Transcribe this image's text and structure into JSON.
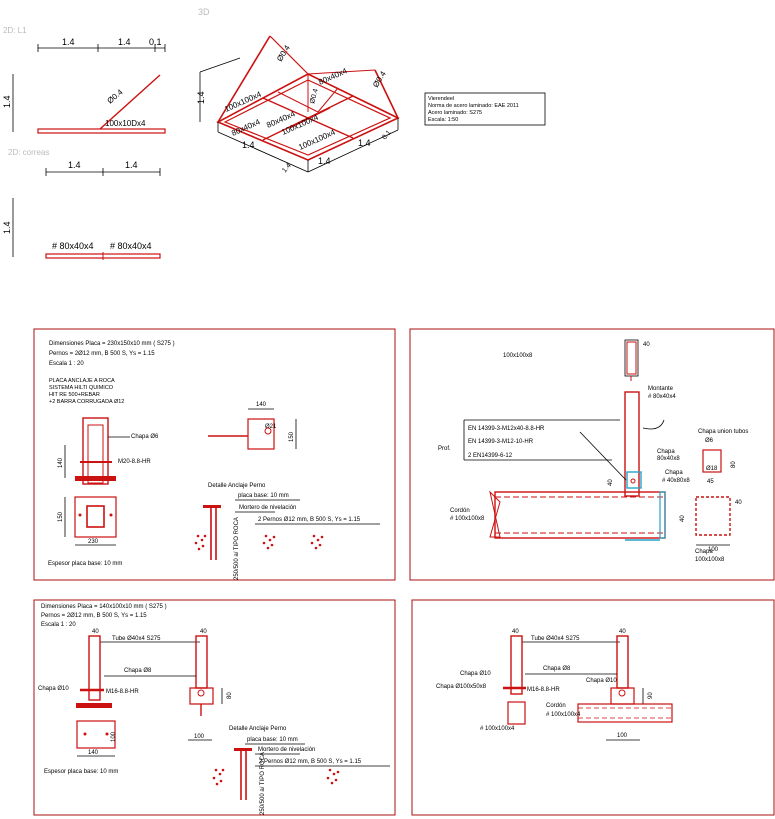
{
  "labels": {
    "l3d": "3D",
    "l2d_l1": "2D: L1",
    "l2d_correas": "2D: correas",
    "d14": "1.4",
    "d01": "0.1",
    "phi04": "Ø0.4",
    "tube100": "100x10Dx4",
    "tube80a": "# 80x40x4",
    "tube80b": "# 80x40x4",
    "iso_100": "100x100x4",
    "iso_80a": "80x40x4",
    "iso_80b": "80x40x4",
    "iso_80c": "80x40x4",
    "iso_100b": "100x100x4",
    "iso_100c": "100x100x4",
    "iso_phi1": "Ø0.4",
    "iso_phi2": "Ø0.4",
    "iso_phi3": "Ø0.4"
  },
  "legend_box": {
    "line1": "Vierendeel",
    "line2": "Norma de acero laminado: EAE 2011",
    "line3": "Acero laminado: S275",
    "line4": "Escala: 1:50"
  },
  "panel1": {
    "dim": "Dimensiones Placa = 230x150x10 mm ( S275 )",
    "pernos": "Pernos = 2Ø12 mm, B 500 S, Ys = 1.15",
    "escala": "Escala 1 : 20",
    "placa1": "PLACA ANCLAJE A ROCA",
    "placa2": "SISTEMA HILTI QUIMICO",
    "placa3": "HIT RE 500+REBAR",
    "placa4": "+2 BARRA CORRUGADA Ø12",
    "chapa6": "Chapa Ø6",
    "m20": "M20-8.8-HR",
    "d140": "140",
    "d140b": "140",
    "d150": "150",
    "d150b": "150",
    "d230": "230",
    "d21": "Ø21",
    "detalle": "Detalle Anclaje Perno",
    "placa_base": "placa base: 10 mm",
    "mortero": "Mortero de nivelación",
    "pernos2": "2 Pernos Ø12 mm, B 500 S, Ys = 1.15",
    "roca": "250/500 a/ TIPO ROCA",
    "espesor": "Espesor placa base: 10 mm"
  },
  "panel2": {
    "tube": "100x100x8",
    "d40": "40",
    "montante": "Montante",
    "mont_tube": "# 80x40x4",
    "prof": "Prof.",
    "en1": "EN 14399-3-M12x40-8.8-HR",
    "en2": "EN 14399-3-M12-10-HR",
    "en3": "2 EN14399-6-12",
    "chapa": "Chapa",
    "chapa_v": "80x40x8",
    "chapa2": "Chapa",
    "chapa2_v": "# 40x80x8",
    "chapa_union": "Chapa union tubos",
    "chapa_union_v": "Ø6",
    "d40b": "40",
    "d45": "45",
    "d18": "Ø18",
    "d80": "80",
    "d40c": "40",
    "d100": "100",
    "d40d": "40",
    "cordon": "Cordón",
    "cordon_v": "# 100x100x8",
    "chapa_bot": "Chapa",
    "chapa_bot_v": "100x100x8"
  },
  "panel3": {
    "dim": "Dimensiones Placa = 140x100x10 mm ( S275 )",
    "pernos": "Pernos = 2Ø12 mm, B 500 S, Ys = 1.15",
    "escala": "Escala 1 : 20",
    "d40": "40",
    "d40b": "40",
    "tube": "Tube Ø40x4 S275",
    "chapa8": "Chapa Ø8",
    "chapa10": "Chapa Ø10",
    "m16": "M16-8.8-HR",
    "d80": "80",
    "d140": "140",
    "d100": "100",
    "d100b": "100",
    "detalle": "Detalle Anclaje Perno",
    "placa_base": "placa base: 10 mm",
    "mortero": "Mortero de nivelación",
    "pernos2": "2 Pernos Ø12 mm, B 500 S, Ys = 1.15",
    "roca": "250/500 a/ TIPO ROCA",
    "espesor": "Espesor placa base: 10 mm"
  },
  "panel4": {
    "d40": "40",
    "d40b": "40",
    "tube": "Tube Ø40x4 S275",
    "chapa10": "Chapa Ø10",
    "chapa8": "Chapa Ø8",
    "chapa_plate": "Chapa Ø100x50x8",
    "m16": "M16-8.8-HR",
    "chapa10b": "Chapa Ø10",
    "d90": "90",
    "cordon": "Cordón",
    "cordon_v": "# 100x100x4",
    "tube100": "# 100x100x4",
    "d100": "100"
  }
}
